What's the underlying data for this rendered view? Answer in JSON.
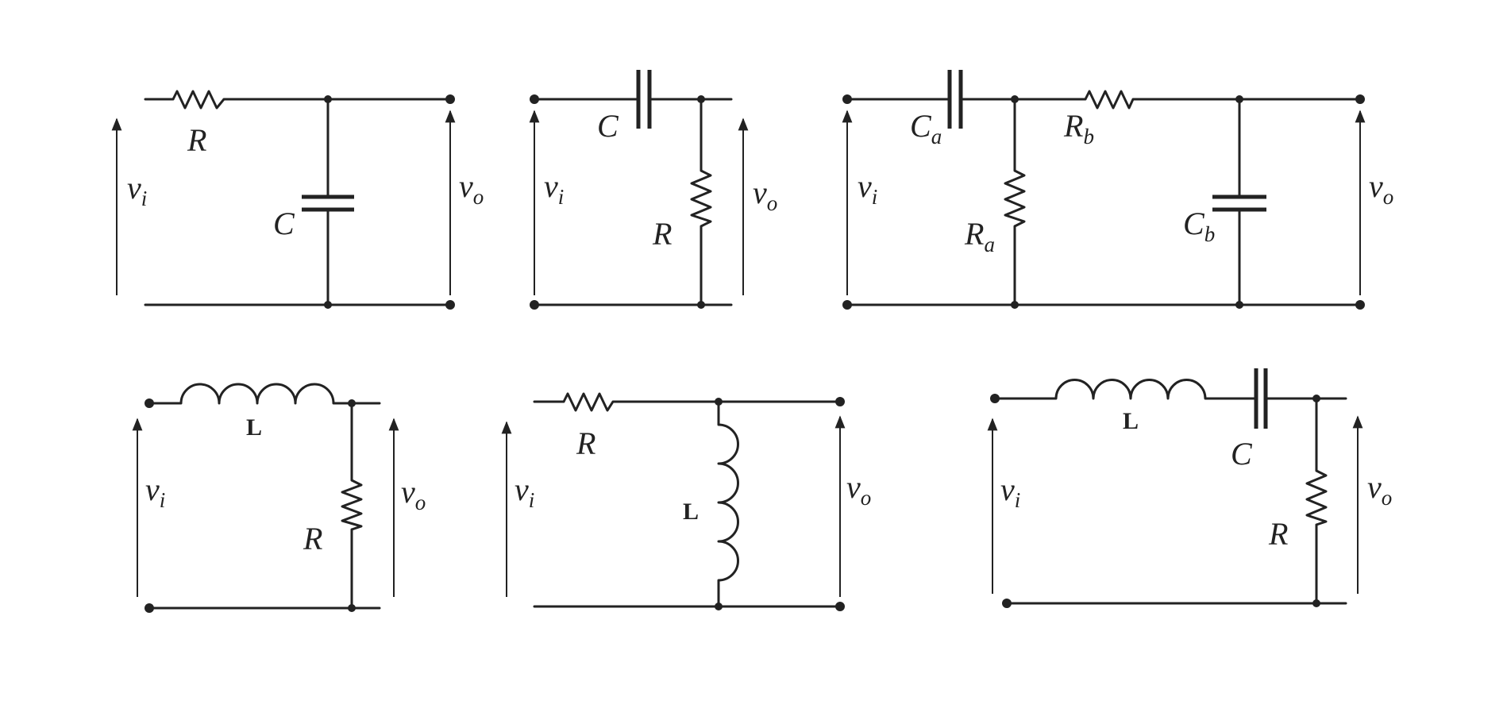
{
  "circuits": [
    {
      "id": "rc-lowpass",
      "labels": {
        "vin": "vi",
        "vout": "vo",
        "series": "R",
        "shunt": "C"
      }
    },
    {
      "id": "cr-highpass",
      "labels": {
        "vin": "vi",
        "vout": "vo",
        "series": "C",
        "shunt": "R"
      }
    },
    {
      "id": "bandpass",
      "labels": {
        "vin": "vi",
        "vout": "vo",
        "ca": "Ca",
        "ra": "Ra",
        "rb": "Rb",
        "cb": "Cb"
      }
    },
    {
      "id": "lr-lowpass",
      "labels": {
        "vin": "vi",
        "vout": "vo",
        "series": "L",
        "shunt": "R"
      }
    },
    {
      "id": "rl-highpass",
      "labels": {
        "vin": "vi",
        "vout": "vo",
        "series": "R",
        "shunt": "L"
      }
    },
    {
      "id": "lcr-series",
      "labels": {
        "vin": "vi",
        "vout": "vo",
        "l": "L",
        "c": "C",
        "r": "R"
      }
    }
  ]
}
